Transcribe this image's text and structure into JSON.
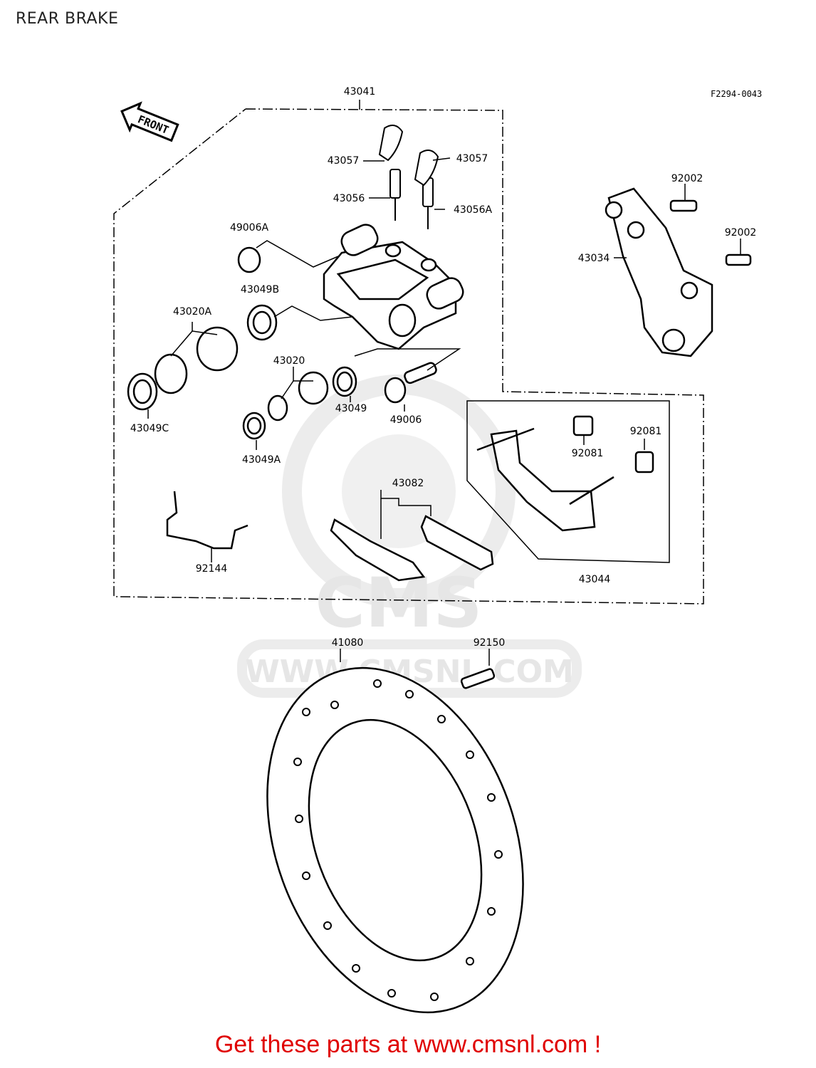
{
  "page": {
    "title": "REAR BRAKE",
    "figure_code": "F2294-0043"
  },
  "front_arrow": {
    "text": "FRONT"
  },
  "parts": [
    "43041",
    "43057",
    "43057",
    "43056",
    "43056A",
    "49006A",
    "43049B",
    "43020A",
    "43020",
    "43049C",
    "43049A",
    "43049",
    "49006",
    "92002",
    "92002",
    "43034",
    "92081",
    "92081",
    "43082",
    "92144",
    "43044",
    "41080",
    "92150"
  ],
  "watermark": {
    "brand": "CMS",
    "url": "WWW.CMSNL.COM"
  },
  "footer": {
    "text": "Get these parts at www.cmsnl.com !"
  },
  "colors": {
    "footer": "#e00000",
    "line": "#000000",
    "watermark": "#e6e6e6"
  }
}
